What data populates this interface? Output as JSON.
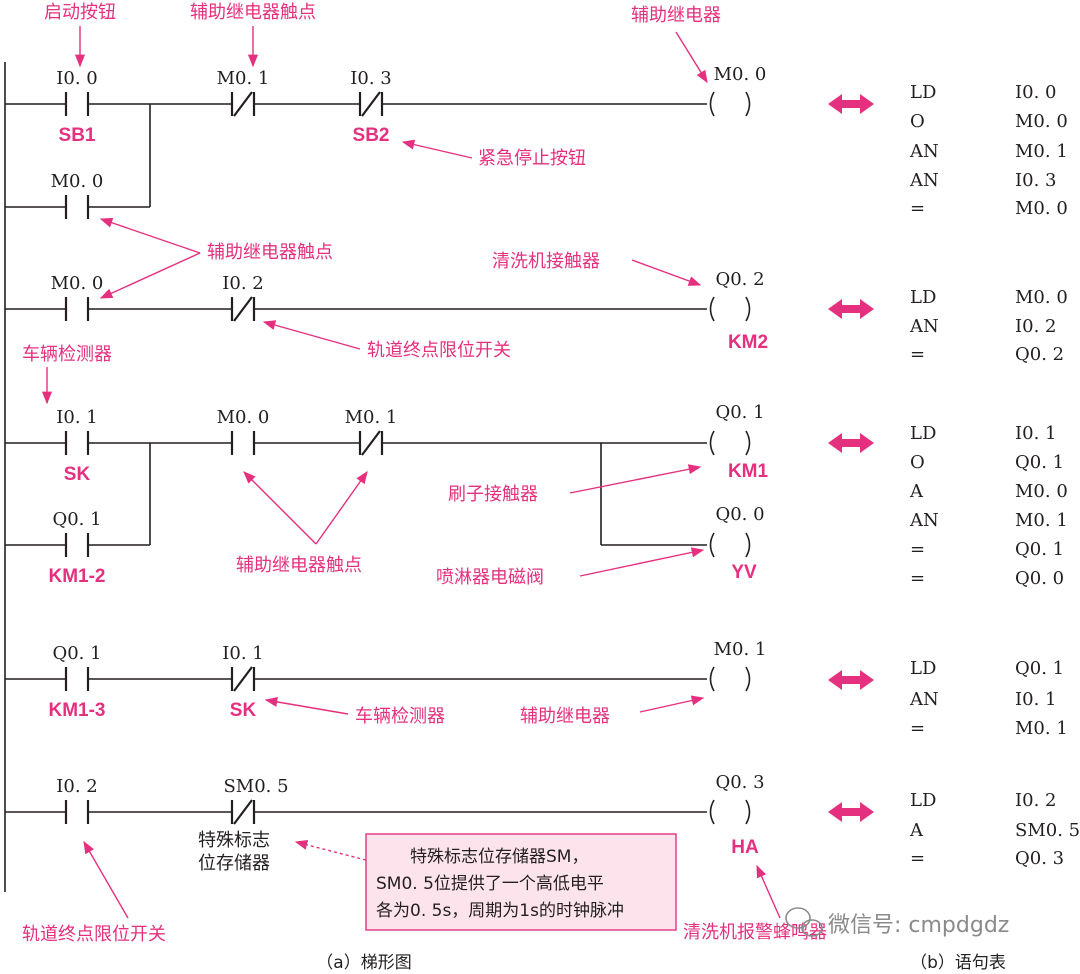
{
  "colors": {
    "accent": "#e5307f",
    "wire": "#231f20",
    "note_bg": "#fde4ec"
  },
  "rungs": [
    {
      "contacts": [
        {
          "addr": "I0. 0",
          "type": "NO",
          "device": "SB1"
        },
        {
          "addr": "M0. 1",
          "type": "NC",
          "device": ""
        },
        {
          "addr": "I0. 3",
          "type": "NC",
          "device": "SB2"
        }
      ],
      "parallel": [
        {
          "addr": "M0. 0",
          "type": "NO",
          "device": ""
        }
      ],
      "coils": [
        {
          "addr": "M0. 0",
          "device": ""
        }
      ],
      "statements": [
        {
          "op": "LD",
          "operand": "I0. 0"
        },
        {
          "op": "O",
          "operand": "M0. 0"
        },
        {
          "op": "AN",
          "operand": "M0. 1"
        },
        {
          "op": "AN",
          "operand": "I0. 3"
        },
        {
          "op": "=",
          "operand": "M0. 0"
        }
      ]
    },
    {
      "contacts": [
        {
          "addr": "M0. 0",
          "type": "NO",
          "device": ""
        },
        {
          "addr": "I0. 2",
          "type": "NC",
          "device": ""
        }
      ],
      "coils": [
        {
          "addr": "Q0. 2",
          "device": "KM2"
        }
      ],
      "statements": [
        {
          "op": "LD",
          "operand": "M0. 0"
        },
        {
          "op": "AN",
          "operand": "I0. 2"
        },
        {
          "op": "=",
          "operand": "Q0. 2"
        }
      ]
    },
    {
      "contacts": [
        {
          "addr": "I0. 1",
          "type": "NO",
          "device": "SK"
        },
        {
          "addr": "M0. 0",
          "type": "NO",
          "device": ""
        },
        {
          "addr": "M0. 1",
          "type": "NC",
          "device": ""
        }
      ],
      "parallel": [
        {
          "addr": "Q0. 1",
          "type": "NO",
          "device": "KM1-2"
        }
      ],
      "coils": [
        {
          "addr": "Q0. 1",
          "device": "KM1"
        },
        {
          "addr": "Q0. 0",
          "device": "YV"
        }
      ],
      "statements": [
        {
          "op": "LD",
          "operand": "I0. 1"
        },
        {
          "op": "O",
          "operand": "Q0. 1"
        },
        {
          "op": "A",
          "operand": "M0. 0"
        },
        {
          "op": "AN",
          "operand": "M0. 1"
        },
        {
          "op": "=",
          "operand": "Q0. 1"
        },
        {
          "op": "=",
          "operand": "Q0. 0"
        }
      ]
    },
    {
      "contacts": [
        {
          "addr": "Q0. 1",
          "type": "NO",
          "device": "KM1-3"
        },
        {
          "addr": "I0. 1",
          "type": "NC",
          "device": "SK"
        }
      ],
      "coils": [
        {
          "addr": "M0. 1",
          "device": ""
        }
      ],
      "statements": [
        {
          "op": "LD",
          "operand": "Q0. 1"
        },
        {
          "op": "AN",
          "operand": "I0. 1"
        },
        {
          "op": "=",
          "operand": "M0. 1"
        }
      ]
    },
    {
      "contacts": [
        {
          "addr": "I0. 2",
          "type": "NO",
          "device": ""
        },
        {
          "addr": "SM0. 5",
          "type": "NC",
          "device": ""
        }
      ],
      "coils": [
        {
          "addr": "Q0. 3",
          "device": "HA"
        }
      ],
      "statements": [
        {
          "op": "LD",
          "operand": "I0. 2"
        },
        {
          "op": "A",
          "operand": "SM0. 5"
        },
        {
          "op": "=",
          "operand": "Q0. 3"
        }
      ]
    }
  ],
  "annotations": {
    "start_button": "启动按钮",
    "aux_contact_top": "辅助继电器触点",
    "aux_relay_top": "辅助继电器",
    "emergency_stop": "紧急停止按钮",
    "aux_contact_mid": "辅助继电器触点",
    "washer_contactor": "清洗机接触器",
    "track_limit_mid": "轨道终点限位开关",
    "vehicle_detector_top": "车辆检测器",
    "brush_contactor": "刷子接触器",
    "aux_contact_low": "辅助继电器触点",
    "sprinkler_valve": "喷淋器电磁阀",
    "vehicle_detector_low": "车辆检测器",
    "aux_relay_low": "辅助继电器",
    "special_flag_1": "特殊标志",
    "special_flag_2": "位存储器",
    "track_limit_bottom": "轨道终点限位开关",
    "washer_alarm": "清洗机报警蜂鸣器"
  },
  "note": {
    "line1": "特殊标志位存储器SM，",
    "line2": "SM0. 5位提供了一个高低电平",
    "line3": "各为0. 5s，周期为1s的时钟脉冲"
  },
  "captions": {
    "ladder": "（a）梯形图",
    "statements": "（b）语句表"
  },
  "watermark": "微信号: cmpdgdz"
}
